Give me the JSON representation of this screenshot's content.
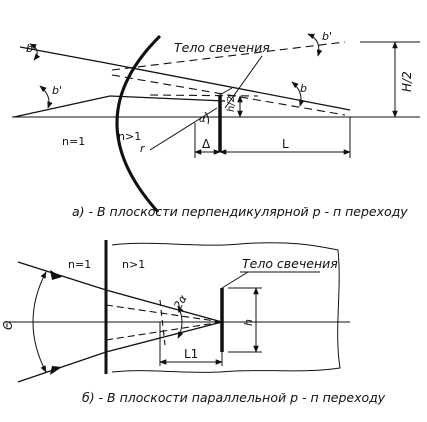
{
  "labels": {
    "body_top": "Тело свечения",
    "body_bottom": "Тело свечения",
    "b_top_left": "b",
    "b_prime_left": "b'",
    "b_prime_right": "b'",
    "b_right": "b",
    "n1_top": "n=1",
    "n_gt1_top": "n>1",
    "radius": "r",
    "alpha": "α",
    "half_h": "h/2",
    "half_H": "H/2",
    "delta": "Δ",
    "L": "L",
    "n1_bottom": "n=1",
    "n_gt1_bottom": "n>1",
    "two_alpha": "2α",
    "theta": "Θ",
    "h": "h",
    "L1": "L1"
  },
  "captions": {
    "top": "а) - В плоскости перпендикулярной р - п переходу",
    "bottom": "б) - В плоскости параллельной р - п переходу"
  },
  "colors": {
    "ink": "#111111",
    "background": "#ffffff"
  }
}
